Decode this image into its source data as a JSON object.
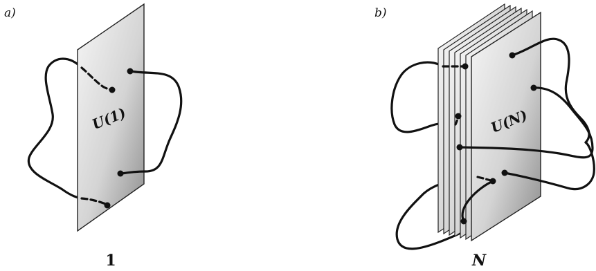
{
  "panels": [
    {
      "tag": "a)",
      "plane_label": "U(1)",
      "caption": "1",
      "sheets": 1
    },
    {
      "tag": "b)",
      "plane_label": "U(N)",
      "caption": "N",
      "sheets": 7
    }
  ],
  "colors": {
    "plane_light": "#f4f4f4",
    "plane_dark": "#8f8f8f",
    "string": "#111111",
    "text": "#111111"
  }
}
